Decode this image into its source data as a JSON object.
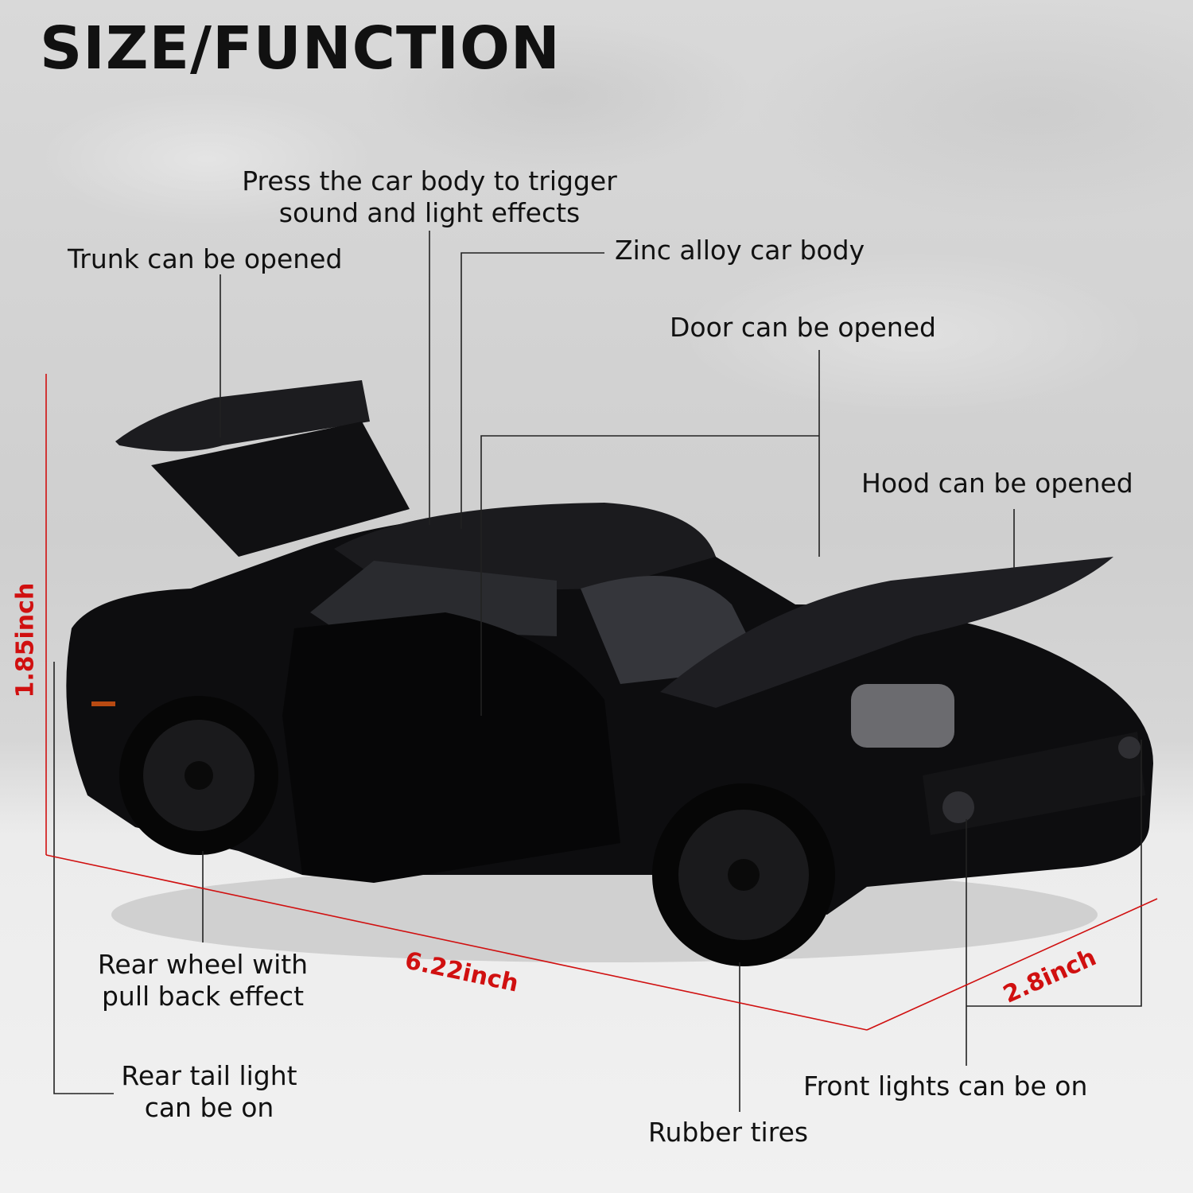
{
  "title": "SIZE/FUNCTION",
  "features": {
    "press_body": [
      "Press the car body to trigger",
      "sound and light effects"
    ],
    "trunk": "Trunk can be opened",
    "zinc": "Zinc alloy car body",
    "door": "Door can be opened",
    "hood": "Hood can be opened",
    "rear_wheel": [
      "Rear wheel with",
      "pull back effect"
    ],
    "tail_light": [
      "Rear tail light",
      "can be on"
    ],
    "tires": "Rubber tires",
    "front_lights": "Front lights can be on"
  },
  "dimensions": {
    "height": "1.85inch",
    "length": "6.22inch",
    "width": "2.8inch"
  },
  "colors": {
    "dimension_red": "#d01010",
    "car_body": "#0d0d0f",
    "leader_lines": "#222222"
  }
}
